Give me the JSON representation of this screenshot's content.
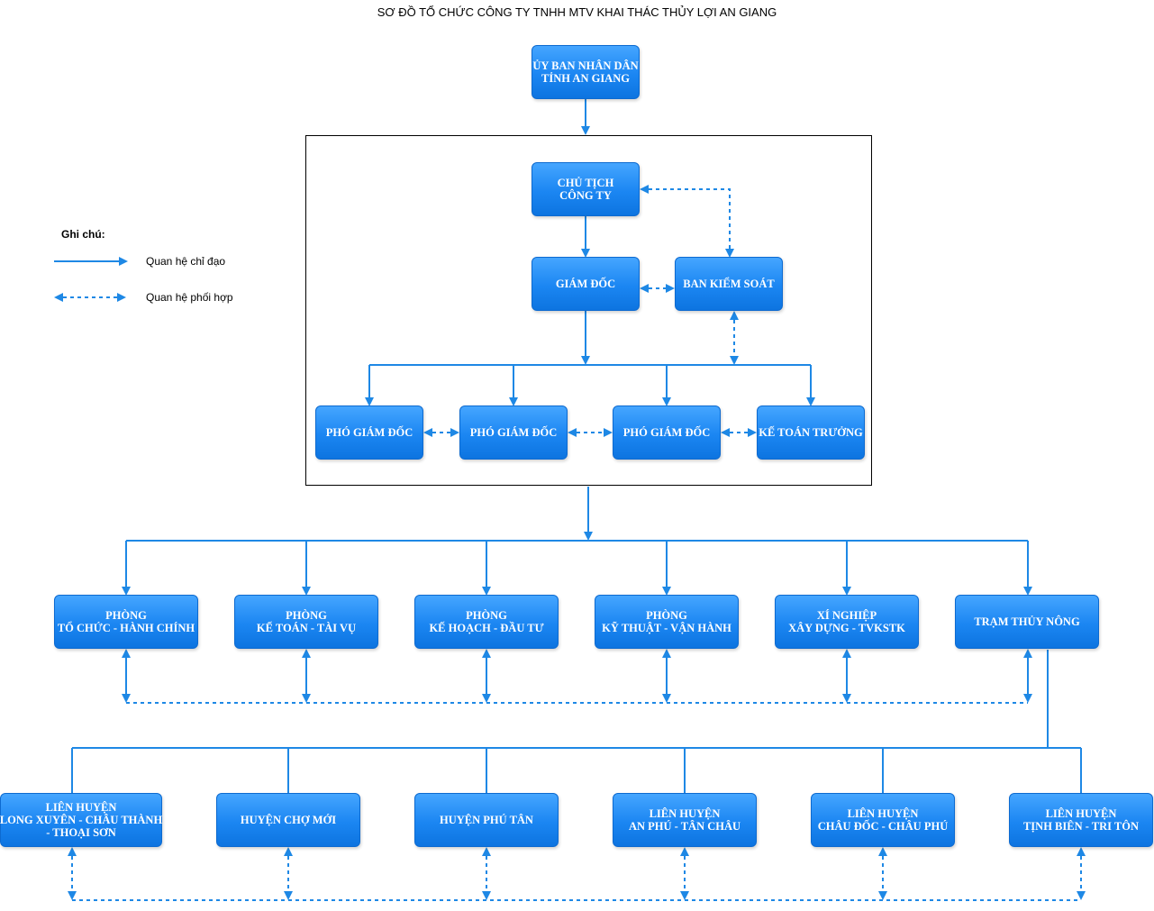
{
  "title": "SƠ ĐỒ TỔ CHỨC CÔNG TY TNHH MTV KHAI THÁC THỦY LỢI AN GIANG",
  "legend": {
    "title": "Ghi chú:",
    "solid_label": "Quan hệ chỉ đạo",
    "dashed_label": "Quan hệ phối hợp"
  },
  "colors": {
    "node": "#1b86f2",
    "node_border": "#0d6ad0",
    "line": "#1e88e5"
  },
  "nodes": {
    "ubnd": [
      "ỦY BAN NHÂN DÂN",
      "TỈNH AN GIANG"
    ],
    "chu_tich": [
      "CHỦ TỊCH",
      "CÔNG TY"
    ],
    "giam_doc": [
      "GIÁM ĐỐC"
    ],
    "ban_kiem_soat": [
      "BAN KIỂM SOÁT"
    ],
    "pho_giam_doc_1": [
      "PHÓ GIÁM ĐỐC"
    ],
    "pho_giam_doc_2": [
      "PHÓ GIÁM ĐỐC"
    ],
    "pho_giam_doc_3": [
      "PHÓ GIÁM ĐỐC"
    ],
    "ke_toan_truong": [
      "KẾ TOÁN TRƯỞNG"
    ],
    "phong_tchc": [
      "PHÒNG",
      "TỔ CHỨC - HÀNH CHÍNH"
    ],
    "phong_kttv": [
      "PHÒNG",
      "KẾ TOÁN - TÀI VỤ"
    ],
    "phong_khdt": [
      "PHÒNG",
      "KẾ HOẠCH - ĐẦU TƯ"
    ],
    "phong_ktvh": [
      "PHÒNG",
      "KỸ THUẬT - VẬN HÀNH"
    ],
    "xi_nghiep": [
      "XÍ NGHIỆP",
      "XÂY DỰNG - TVKSTK"
    ],
    "tram_thuy_nong": [
      "TRẠM THỦY NÔNG"
    ],
    "lh_long_xuyen": [
      "LIÊN HUYỆN",
      "LONG XUYÊN - CHÂU THÀNH",
      "- THOẠI SƠN"
    ],
    "huyen_cho_moi": [
      "HUYỆN CHỢ MỚI"
    ],
    "huyen_phu_tan": [
      "HUYỆN PHÚ TÂN"
    ],
    "lh_an_phu": [
      "LIÊN HUYỆN",
      "AN PHÚ - TÂN CHÂU"
    ],
    "lh_chau_doc": [
      "LIÊN HUYỆN",
      "CHÂU ĐỐC - CHÂU PHÚ"
    ],
    "lh_tinh_bien": [
      "LIÊN HUYỆN",
      "TỊNH BIÊN - TRI TÔN"
    ]
  }
}
